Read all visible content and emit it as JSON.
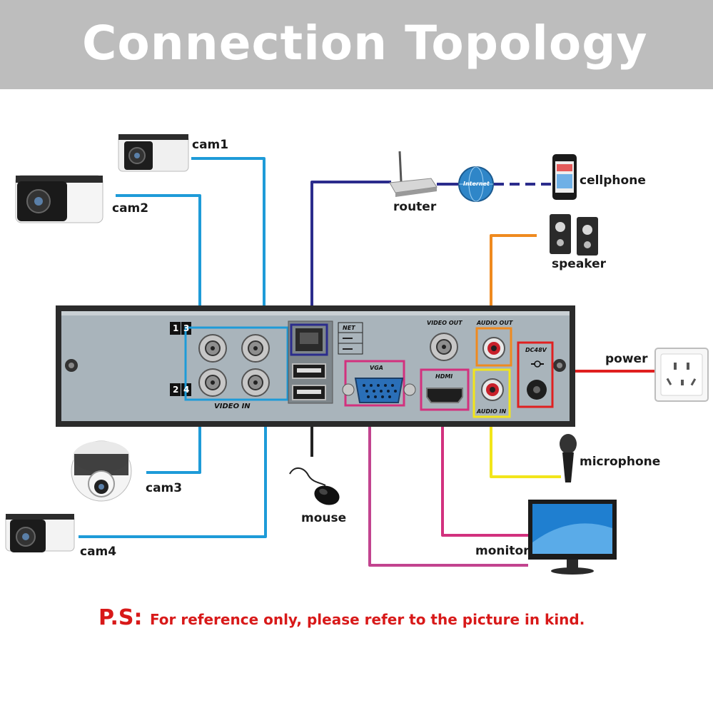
{
  "header": {
    "title": "Connection Topology"
  },
  "devices": {
    "cam1": "cam1",
    "cam2": "cam2",
    "cam3": "cam3",
    "cam4": "cam4",
    "router": "router",
    "cellphone": "cellphone",
    "internet": "Internet",
    "speaker": "speaker",
    "power": "power",
    "microphone": "microphone",
    "mouse": "mouse",
    "monitor": "monitor"
  },
  "dvr": {
    "port_1": "1",
    "port_2": "2",
    "port_3": "3",
    "port_4": "4",
    "video_in": "VIDEO IN",
    "net": "NET",
    "vga": "VGA",
    "hdmi": "HDMI",
    "video_out": "VIDEO OUT",
    "audio_out": "AUDIO OUT",
    "audio_in": "AUDIO IN",
    "dc": "DC48V"
  },
  "footnote": {
    "prefix": "P.S:",
    "text": "For reference only, please refer to the picture in kind."
  },
  "colors": {
    "camera_cable": "#1e9bd8",
    "network_cable": "#2b2c8c",
    "audio_out_cable": "#ef8a1f",
    "audio_in_cable": "#f2e51a",
    "vga_cable": "#c2448f",
    "hdmi_cable": "#d2317e",
    "power_cable": "#e02020",
    "mouse_cable": "#222222",
    "footnote": "#d81919"
  }
}
